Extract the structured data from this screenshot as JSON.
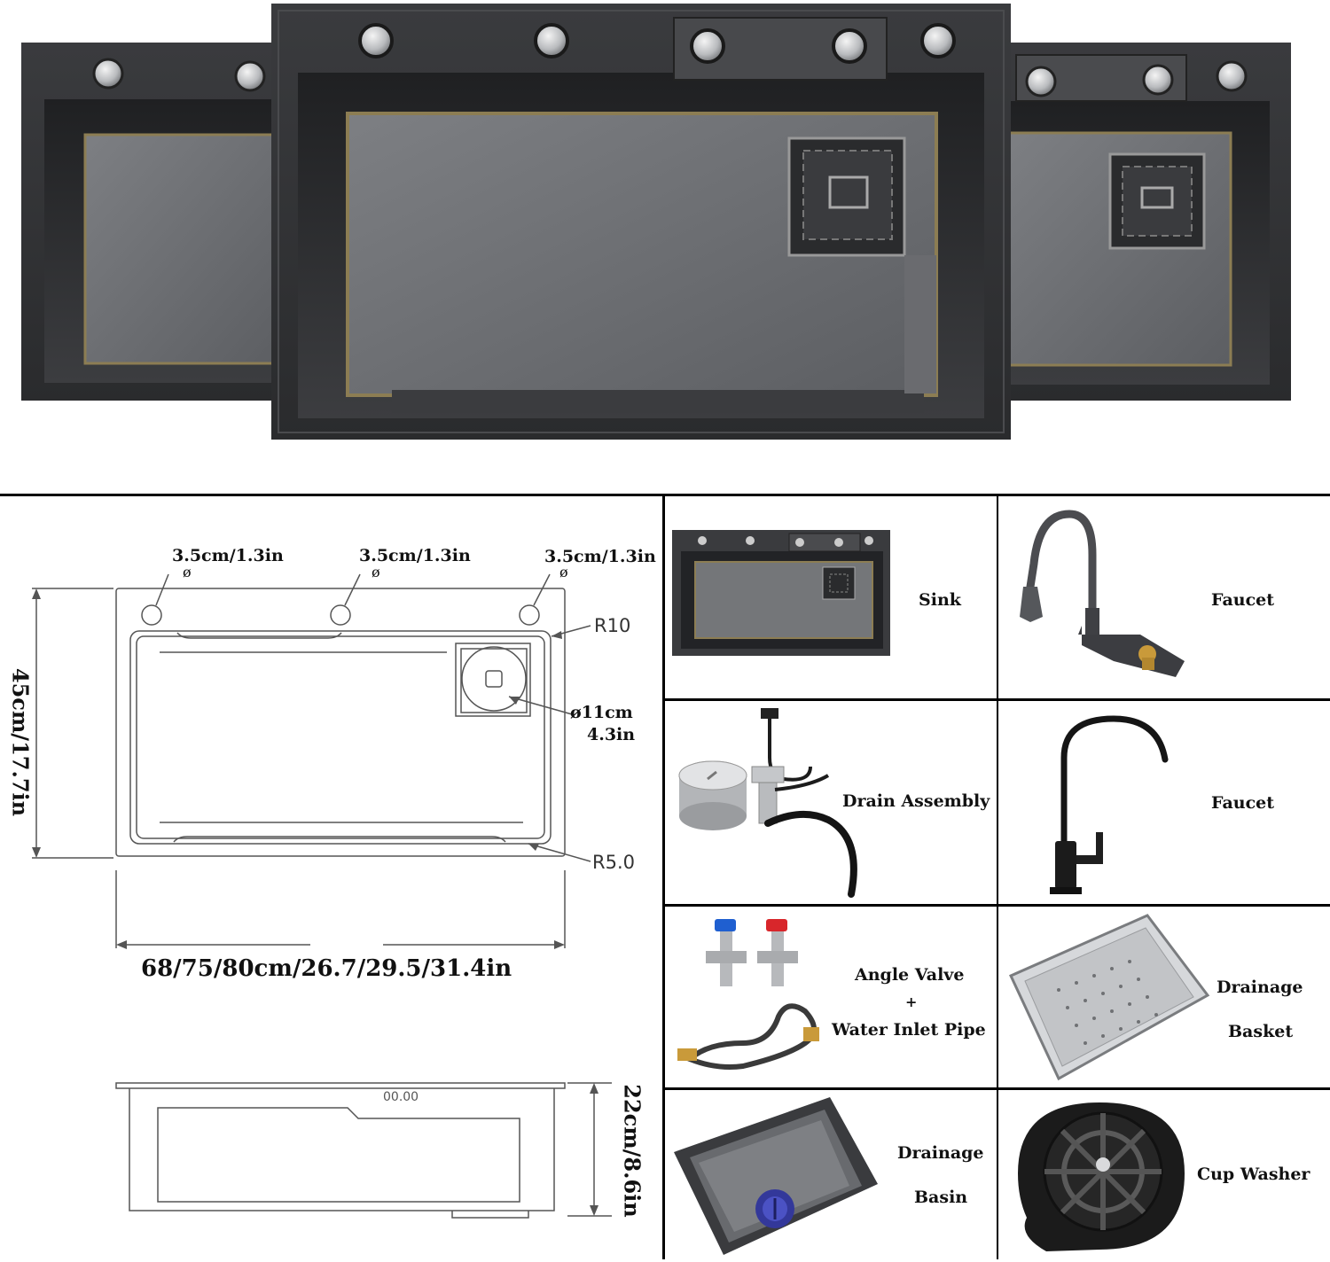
{
  "drawing": {
    "hole_labels": [
      "3.5cm/1.3in",
      "3.5cm/1.3in",
      "3.5cm/1.3in"
    ],
    "diameter_symbol": "ø",
    "radius_top": "R10",
    "radius_bottom": "R5.0",
    "drain_diameter_line1": "ø11cm",
    "drain_diameter_line2": "4.3in",
    "height_label": "45cm/17.7in",
    "width_label": "68/75/80cm/26.7/29.5/31.4in",
    "depth_label": "22cm/8.6in",
    "side_marking": "00.00"
  },
  "accessories": [
    {
      "name": "sink",
      "label": "Sink"
    },
    {
      "name": "faucet-pullout",
      "label": "Faucet"
    },
    {
      "name": "drain-assembly",
      "label": "Drain Assembly"
    },
    {
      "name": "faucet-gooseneck",
      "label": "Faucet"
    },
    {
      "name": "angle-valve",
      "label_line1": "Angle Valve",
      "label_plus": "+",
      "label_line2": "Water Inlet Pipe"
    },
    {
      "name": "drainage-basket",
      "label_line1": "Drainage",
      "label_line2": "Basket"
    },
    {
      "name": "drainage-basin",
      "label_line1": "Drainage",
      "label_line2": "Basin"
    },
    {
      "name": "cup-washer",
      "label": "Cup Washer"
    }
  ],
  "colors": {
    "sink_dark": "#2e2f31",
    "sink_mid": "#5a5b5e",
    "sink_floor": "#74767a",
    "valve_blue": "#1f5fd0",
    "valve_red": "#d8262b",
    "brass": "#c99a3a"
  }
}
